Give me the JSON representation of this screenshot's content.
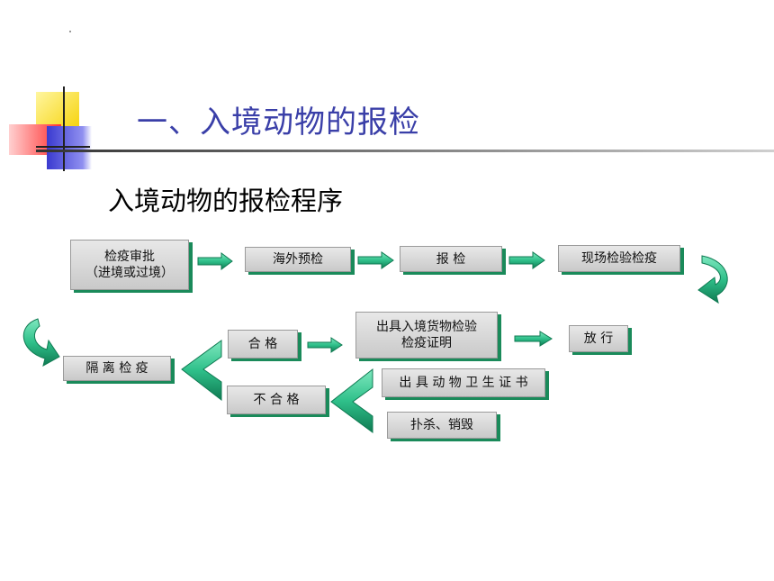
{
  "title": "一、入境动物的报检",
  "subtitle": "入境动物的报检程序",
  "colors": {
    "title": "#3a3fa8",
    "arrow": "#2fc08a",
    "arrow_dark": "#0f7a52",
    "box_shadow": "#1a8a5a"
  },
  "steps": {
    "approval_line1": "检疫审批",
    "approval_line2": "（进境或过境）",
    "overseas": "海外预检",
    "inspection_apply": "报 检",
    "onsite": "现场检验检疫",
    "quarantine": "隔 离 检 疫",
    "qualified": "合 格",
    "unqualified": "不 合 格",
    "certificate_line1": "出具入境货物检验",
    "certificate_line2": "检疫证明",
    "release": "放 行",
    "health_cert": "出 具 动 物 卫 生 证 书",
    "destroy": "扑杀、销毁"
  }
}
